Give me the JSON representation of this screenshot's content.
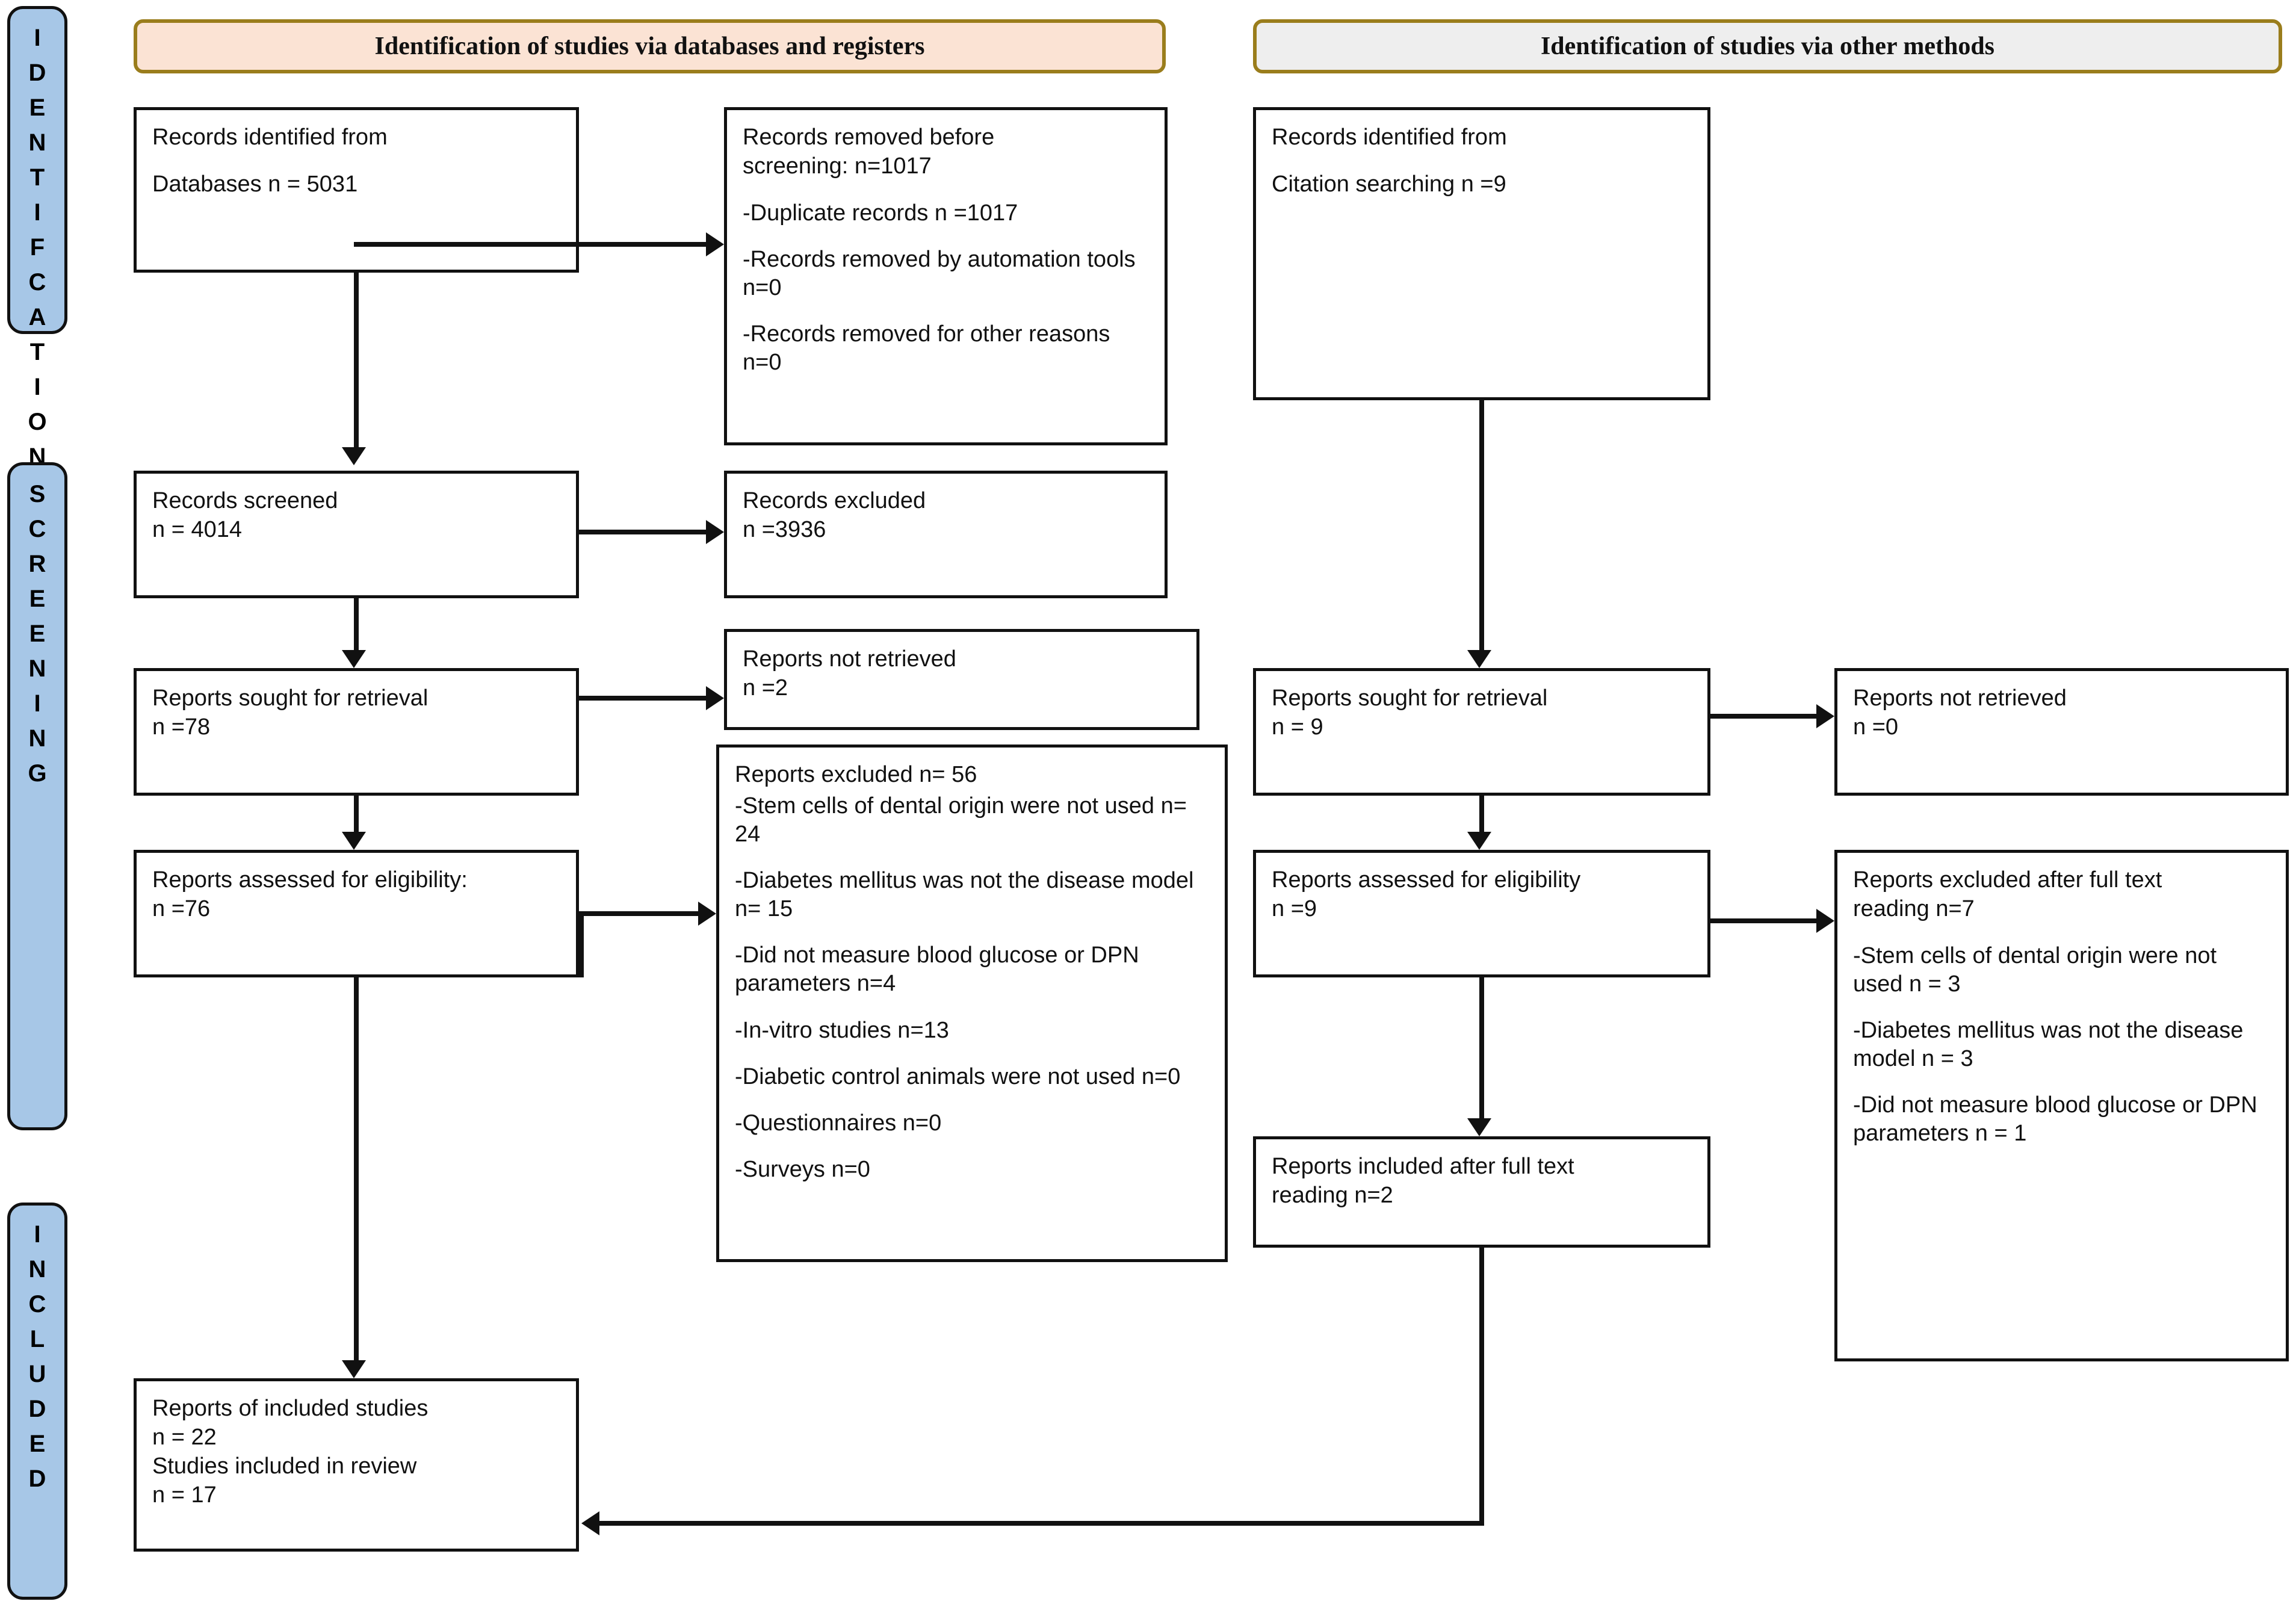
{
  "diagram": {
    "type": "prisma-flow-diagram",
    "stages": [
      {
        "id": "identification",
        "label": "IDENTIFCATION"
      },
      {
        "id": "screening",
        "label": "SCREENING"
      },
      {
        "id": "included",
        "label": "INCLUDED"
      }
    ],
    "banners": {
      "left": "Identification of studies via databases and registers",
      "right": "Identification of studies via other methods"
    },
    "colors": {
      "band_fill": "#a7c7e7",
      "band_border": "#111111",
      "banner_left_fill": "#fbe3d4",
      "banner_right_fill": "#eeeeee",
      "banner_border": "#9a7d1c",
      "box_border": "#111111",
      "box_fill": "#ffffff",
      "connector": "#111111"
    },
    "left_column": {
      "records_identified": {
        "line1": "Records identified from",
        "line2": "Databases n = 5031"
      },
      "records_removed": {
        "title_line1": "Records removed before",
        "title_line2": "screening: n=1017",
        "items": [
          "-Duplicate records n =1017",
          "-Records removed by automation tools n=0",
          "-Records removed for other reasons n=0"
        ]
      },
      "records_screened": {
        "line1": "Records screened",
        "line2": "n = 4014"
      },
      "records_excluded": {
        "line1": "Records excluded",
        "line2": "n =3936"
      },
      "reports_sought": {
        "line1": "Reports sought for retrieval",
        "line2": "n =78"
      },
      "reports_not_retrieved": {
        "line1": "Reports not retrieved",
        "line2": "n =2"
      },
      "reports_assessed": {
        "line1": "Reports assessed for eligibility:",
        "line2": "n =76"
      },
      "reports_excluded": {
        "title": "Reports excluded n= 56",
        "items": [
          "-Stem cells of dental origin were not used n= 24",
          "-Diabetes mellitus was not the disease model n= 15",
          "-Did not measure blood glucose or DPN parameters   n=4",
          "-In-vitro studies n=13",
          "-Diabetic control animals were not used n=0",
          "-Questionnaires n=0",
          "-Surveys n=0"
        ]
      },
      "reports_included": {
        "line1": "Reports of included studies",
        "line2": "n = 22",
        "line3": "Studies included in review",
        "line4": "n = 17"
      }
    },
    "right_column": {
      "records_identified": {
        "line1": "Records identified from",
        "line2": "Citation searching n =9"
      },
      "reports_sought": {
        "line1": "Reports sought for retrieval",
        "line2": "n = 9"
      },
      "reports_not_retrieved": {
        "line1": "Reports not retrieved",
        "line2": "n =0"
      },
      "reports_assessed": {
        "line1": "Reports assessed for eligibility",
        "line2": "n =9"
      },
      "reports_excluded": {
        "title_line1": "Reports excluded after full text",
        "title_line2": "reading n=7",
        "items": [
          "-Stem cells of dental origin were not used n = 3",
          "-Diabetes mellitus was not the disease model n = 3",
          "-Did not measure blood glucose or DPN parameters n = 1"
        ]
      },
      "reports_included": {
        "line1": "Reports included after full text",
        "line2": "reading n=2"
      }
    }
  }
}
